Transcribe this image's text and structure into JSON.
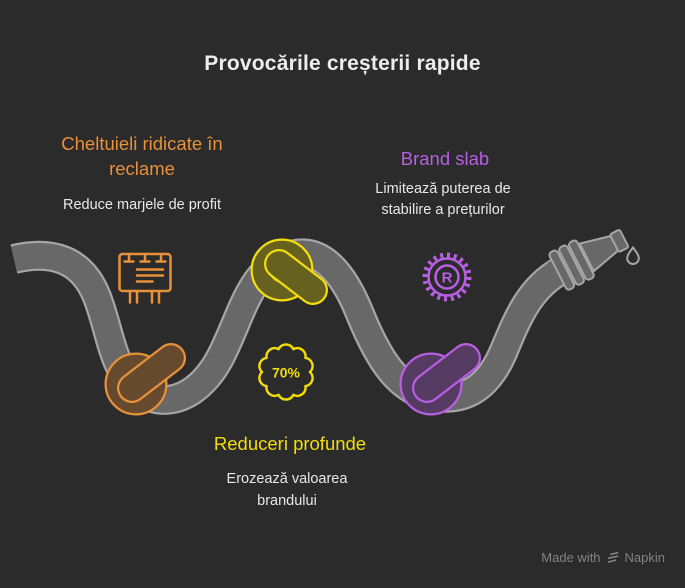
{
  "title": "Provocările creșterii rapide",
  "sections": [
    {
      "id": "advertising",
      "heading": "Cheltuieli ridicate în reclame",
      "subtext": "Reduce marjele de profit",
      "color": "#E8913A",
      "icon": "billboard-icon",
      "knot_icon": "knot-orange-icon"
    },
    {
      "id": "brand",
      "heading": "Brand slab",
      "subtext": "Limitează puterea de stabilire a prețurilor",
      "color": "#B75FE3",
      "icon": "registered-trademark-gear-icon",
      "knot_icon": "knot-purple-icon"
    },
    {
      "id": "discounts",
      "heading": "Reduceri profunde",
      "subtext": "Erozează valoarea brandului",
      "color": "#F2DC0C",
      "icon": "discount-badge-icon",
      "knot_icon": "knot-yellow-icon"
    }
  ],
  "badge": {
    "label": "70%"
  },
  "gear": {
    "letter": "R"
  },
  "footer": {
    "made_with": "Made with",
    "brand": "Napkin"
  },
  "colors": {
    "background": "#2B2B2B",
    "title_text": "#EDEDED",
    "body_text": "#E8E8E8",
    "orange": "#E8913A",
    "orange_fill": "#654A2E",
    "purple": "#B75FE3",
    "purple_fill": "#553A61",
    "yellow": "#F2DC0C",
    "yellow_fill": "#67611F",
    "hose_fill": "#686868",
    "hose_outline": "#A6A6A6",
    "footer_text": "#838383"
  }
}
